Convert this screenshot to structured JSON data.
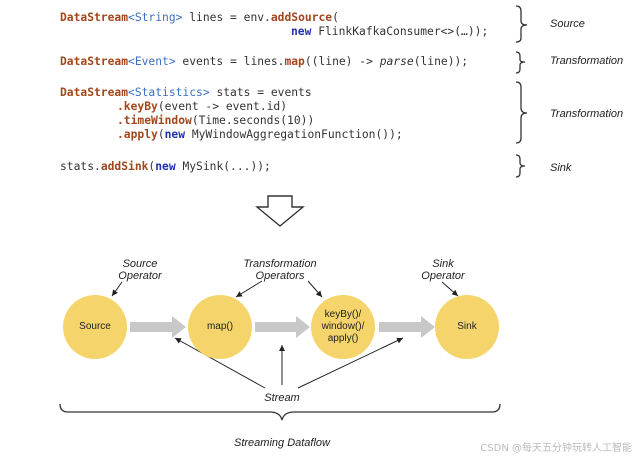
{
  "code": {
    "l1a": "DataStream",
    "l1b": "<String>",
    "l1c": " lines = env.",
    "l1d": "addSource",
    "l1e": "(",
    "l2a": "new",
    "l2b": " FlinkKafkaConsumer<>(…));",
    "l3a": "DataStream",
    "l3b": "<Event>",
    "l3c": " events = lines.",
    "l3d": "map",
    "l3e": "((line) -> ",
    "l3f": "parse",
    "l3g": "(line));",
    "l4a": "DataStream",
    "l4b": "<Statistics>",
    "l4c": " stats = events",
    "l5a": ".keyBy",
    "l5b": "(event -> event.id)",
    "l6a": ".timeWindow",
    "l6b": "(Time.seconds(10))",
    "l7a": ".apply",
    "l7b": "(",
    "l7c": "new",
    "l7d": " MyWindowAggregationFunction());",
    "l8a": "stats.",
    "l8b": "addSink",
    "l8c": "(",
    "l8d": "new",
    "l8e": " MySink(...));"
  },
  "brace_labels": [
    "Source",
    "Transformation",
    "Transformation",
    "Sink"
  ],
  "operator_labels": {
    "source": [
      "Source",
      "Operator"
    ],
    "transformation": [
      "Transformation",
      "Operators"
    ],
    "sink": [
      "Sink",
      "Operator"
    ]
  },
  "nodes": {
    "source": "Source",
    "map": "map()",
    "keyby": [
      "keyBy()/",
      "window()/",
      "apply()"
    ],
    "sink": "Sink"
  },
  "stream_label": "Stream",
  "dataflow_label": "Streaming Dataflow",
  "watermark": "CSDN @每天五分钟玩转人工智能",
  "colors": {
    "node_fill": "#f5d56b",
    "arrow_gray": "#c8c8c8",
    "keyword": "#a1471c",
    "type": "#3a6fc1"
  }
}
